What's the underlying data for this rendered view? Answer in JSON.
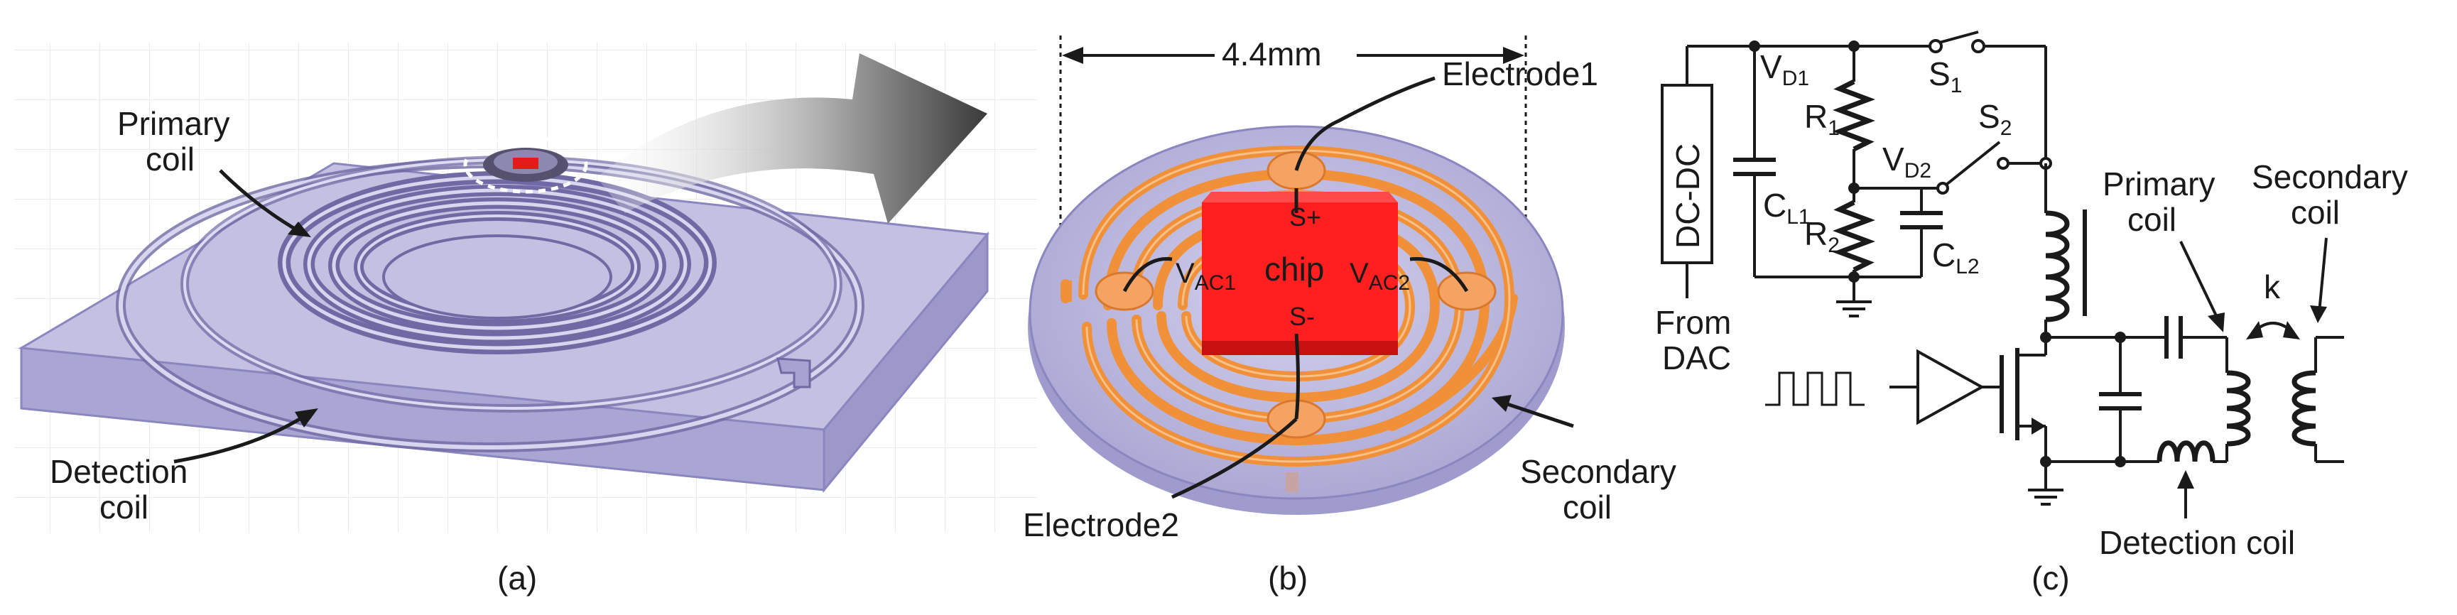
{
  "panel_a": {
    "primary_coil_line1": "Primary",
    "primary_coil_line2": "coil",
    "detection_coil_line1": "Detection",
    "detection_coil_line2": "coil",
    "caption": "(a)"
  },
  "panel_b": {
    "dimension": "4.4mm",
    "electrode1": "Electrode1",
    "electrode2": "Electrode2",
    "chip": "chip",
    "s_plus": "S+",
    "s_minus": "S-",
    "vac1_main": "V",
    "vac1_sub": "AC1",
    "vac2_main": "V",
    "vac2_sub": "AC2",
    "secondary_coil_line1": "Secondary",
    "secondary_coil_line2": "coil",
    "caption": "(b)"
  },
  "panel_c": {
    "dcdc": "DC-DC",
    "from_line1": "From",
    "from_line2": "DAC",
    "vd1_main": "V",
    "vd1_sub": "D1",
    "vd2_main": "V",
    "vd2_sub": "D2",
    "r1_main": "R",
    "r1_sub": "1",
    "r2_main": "R",
    "r2_sub": "2",
    "cl1_main": "C",
    "cl1_sub": "L1",
    "cl2_main": "C",
    "cl2_sub": "L2",
    "s1_main": "S",
    "s1_sub": "1",
    "s2_main": "S",
    "s2_sub": "2",
    "primary_coil_line1": "Primary",
    "primary_coil_line2": "coil",
    "secondary_coil_line1": "Secondary",
    "secondary_coil_line2": "coil",
    "coupling": "k",
    "detection_coil": "Detection coil",
    "caption": "(c)"
  },
  "colors": {
    "substrate": "#b9b6dc",
    "coil_stroke": "#6f6aa4",
    "copper": "#f0913a",
    "chip": "#ff1a1a",
    "wire": "#1a1a1a"
  }
}
